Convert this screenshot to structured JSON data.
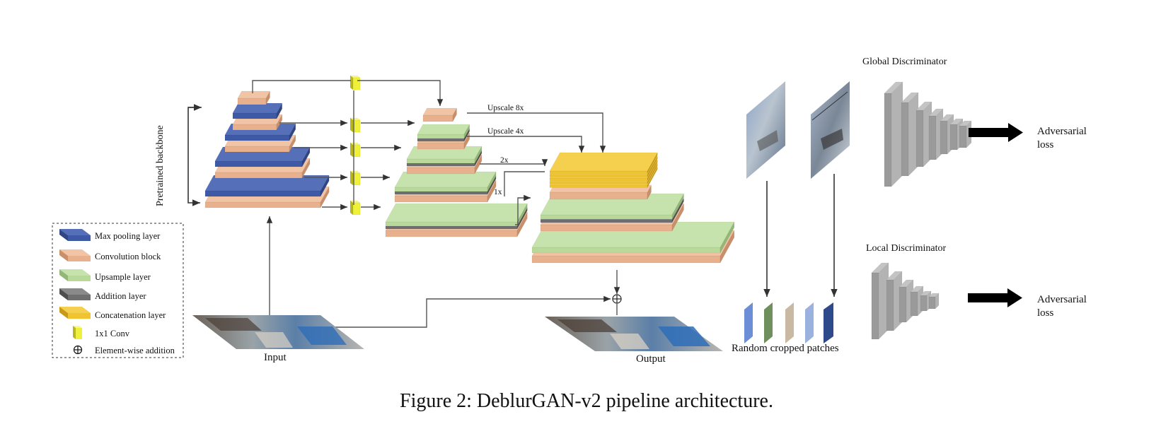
{
  "labels": {
    "backbone": "Pretrained backbone",
    "upscale8": "Upscale 8x",
    "upscale4": "Upscale 4x",
    "x2": "2x",
    "x1": "1x",
    "input": "Input",
    "output": "Output",
    "global_disc": "Global Discriminator",
    "local_disc": "Local Discriminator",
    "adv_loss": "Adversarial",
    "adv_loss_2": "loss",
    "patches": "Random cropped patches"
  },
  "legend": [
    {
      "label": "Max pooling layer",
      "icon": "max-pooling-icon",
      "color": "#3e5aa6"
    },
    {
      "label": "Convolution block",
      "icon": "convolution-block-icon",
      "color": "#e8b08c"
    },
    {
      "label": "Upsample layer",
      "icon": "upsample-layer-icon",
      "color": "#b8d99a"
    },
    {
      "label": "Addition layer",
      "icon": "addition-layer-icon",
      "color": "#6f6f6f"
    },
    {
      "label": "Concatenation layer",
      "icon": "concatenation-layer-icon",
      "color": "#f0c330"
    },
    {
      "label": "1x1 Conv",
      "icon": "conv1x1-icon",
      "color": "#eef03a"
    },
    {
      "label": "Element-wise addition",
      "icon": "element-wise-addition-icon",
      "color": "#000000"
    }
  ],
  "caption": "Figure 2: DeblurGAN-v2 pipeline architecture."
}
